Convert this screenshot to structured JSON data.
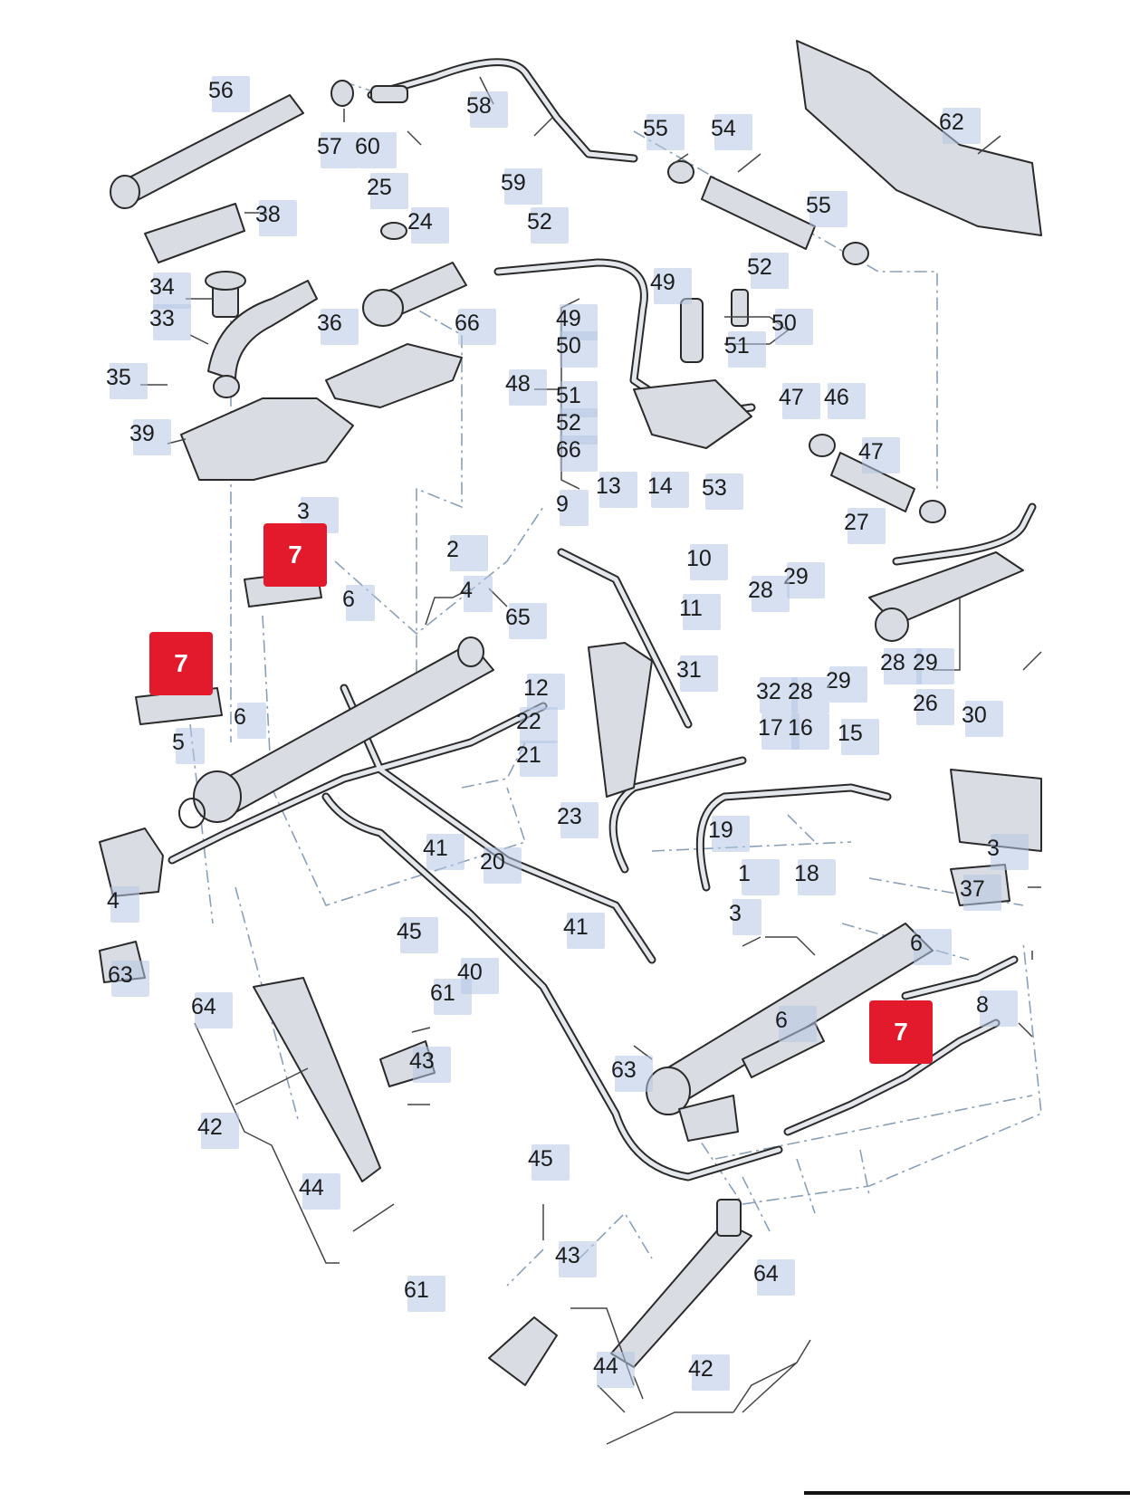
{
  "diagram": {
    "colors": {
      "part_fill": "#d9dde3",
      "part_stroke": "#2a2a2a",
      "leader": "#444444",
      "centerline": "#8aa0b8",
      "callout_box": "#b4c6e4",
      "highlight": "#e21a2c"
    },
    "callouts": [
      {
        "label": "56"
      },
      {
        "label": "57"
      },
      {
        "label": "60"
      },
      {
        "label": "58"
      },
      {
        "label": "59"
      },
      {
        "label": "55"
      },
      {
        "label": "54"
      },
      {
        "label": "62"
      },
      {
        "label": "38"
      },
      {
        "label": "25"
      },
      {
        "label": "52"
      },
      {
        "label": "24"
      },
      {
        "label": "55"
      },
      {
        "label": "52"
      },
      {
        "label": "49"
      },
      {
        "label": "34"
      },
      {
        "label": "33"
      },
      {
        "label": "36"
      },
      {
        "label": "66"
      },
      {
        "label": "49"
      },
      {
        "label": "50"
      },
      {
        "label": "50"
      },
      {
        "label": "51"
      },
      {
        "label": "35"
      },
      {
        "label": "48"
      },
      {
        "label": "51"
      },
      {
        "label": "47"
      },
      {
        "label": "46"
      },
      {
        "label": "52"
      },
      {
        "label": "39"
      },
      {
        "label": "66"
      },
      {
        "label": "47"
      },
      {
        "label": "53"
      },
      {
        "label": "13"
      },
      {
        "label": "14"
      },
      {
        "label": "9"
      },
      {
        "label": "3"
      },
      {
        "label": "27"
      },
      {
        "label": "2"
      },
      {
        "label": "10"
      },
      {
        "label": "29"
      },
      {
        "label": "28"
      },
      {
        "label": "4"
      },
      {
        "label": "6"
      },
      {
        "label": "65"
      },
      {
        "label": "11"
      },
      {
        "label": "28"
      },
      {
        "label": "29"
      },
      {
        "label": "31"
      },
      {
        "label": "29"
      },
      {
        "label": "12"
      },
      {
        "label": "32"
      },
      {
        "label": "28"
      },
      {
        "label": "26"
      },
      {
        "label": "30"
      },
      {
        "label": "6"
      },
      {
        "label": "22"
      },
      {
        "label": "17"
      },
      {
        "label": "16"
      },
      {
        "label": "15"
      },
      {
        "label": "5"
      },
      {
        "label": "21"
      },
      {
        "label": "23"
      },
      {
        "label": "19"
      },
      {
        "label": "3"
      },
      {
        "label": "41"
      },
      {
        "label": "20"
      },
      {
        "label": "18"
      },
      {
        "label": "1"
      },
      {
        "label": "37"
      },
      {
        "label": "4"
      },
      {
        "label": "3"
      },
      {
        "label": "41"
      },
      {
        "label": "6"
      },
      {
        "label": "45"
      },
      {
        "label": "40"
      },
      {
        "label": "63"
      },
      {
        "label": "61"
      },
      {
        "label": "8"
      },
      {
        "label": "64"
      },
      {
        "label": "6"
      },
      {
        "label": "43"
      },
      {
        "label": "63"
      },
      {
        "label": "42"
      },
      {
        "label": "45"
      },
      {
        "label": "44"
      },
      {
        "label": "43"
      },
      {
        "label": "64"
      },
      {
        "label": "61"
      },
      {
        "label": "44"
      },
      {
        "label": "42"
      }
    ],
    "highlights": [
      {
        "label": "7"
      },
      {
        "label": "7"
      },
      {
        "label": "7"
      }
    ]
  }
}
